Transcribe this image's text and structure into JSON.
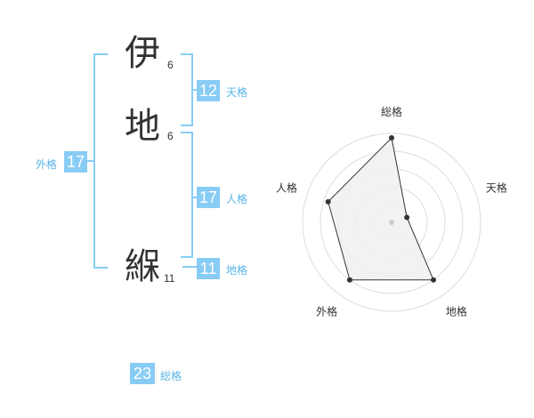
{
  "name": {
    "chars": [
      {
        "char": "伊",
        "strokes": "6"
      },
      {
        "char": "地",
        "strokes": "6"
      },
      {
        "char": "緥",
        "strokes": "11"
      }
    ]
  },
  "scores": {
    "tenkaku": {
      "value": "12",
      "label": "天格"
    },
    "jinkaku": {
      "value": "17",
      "label": "人格"
    },
    "chikaku": {
      "value": "11",
      "label": "地格"
    },
    "gaikaku": {
      "value": "17",
      "label": "外格"
    },
    "soukaku": {
      "value": "23",
      "label": "総格"
    }
  },
  "colors": {
    "accent": "#88ccf5",
    "accent_text": "#5ab4e8",
    "polygon_fill": "#f0f0f0",
    "ring": "#dddddd"
  },
  "chart_data": {
    "type": "radar",
    "axes": [
      "総格",
      "天格",
      "地格",
      "外格",
      "人格"
    ],
    "values": [
      0.95,
      0.18,
      0.8,
      0.8,
      0.75
    ],
    "range": [
      0,
      1
    ],
    "rings": 5
  }
}
